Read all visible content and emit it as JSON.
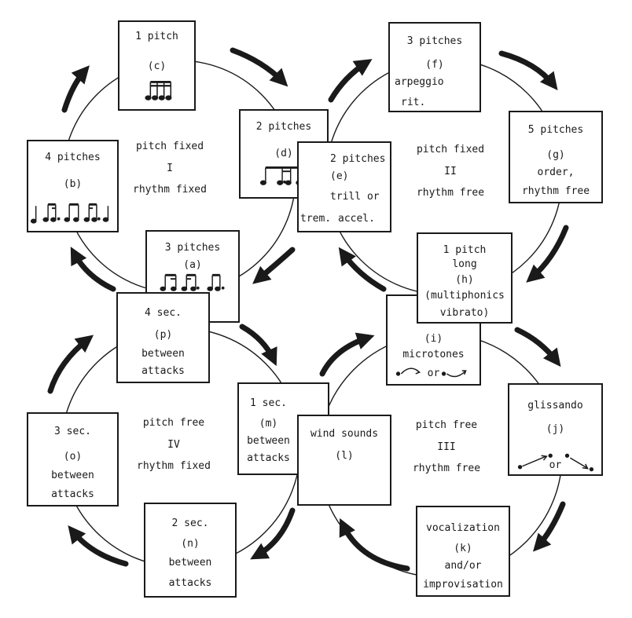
{
  "colors": {
    "ink": "#1a1a1a",
    "paper": "#ffffff"
  },
  "zones": {
    "I": [
      "pitch fixed",
      "I",
      "rhythm fixed"
    ],
    "II": [
      "pitch fixed",
      "II",
      "rhythm free"
    ],
    "III": [
      "pitch free",
      "III",
      "rhythm free"
    ],
    "IV": [
      "pitch free",
      "IV",
      "rhythm fixed"
    ]
  },
  "boxes": {
    "c": [
      "1 pitch",
      "(c)"
    ],
    "b": [
      "4 pitches",
      "(b)"
    ],
    "a": [
      "3 pitches",
      "(a)"
    ],
    "d": [
      "2 pitches",
      "(d)"
    ],
    "e": [
      "2 pitches",
      "(e)",
      "trill or",
      "trem.",
      "accel."
    ],
    "f": [
      "3 pitches",
      "(f)",
      "arpeggio",
      "rit."
    ],
    "g": [
      "5 pitches",
      "(g)",
      "order,",
      "rhythm free"
    ],
    "h": [
      "1 pitch",
      "long",
      "(h)",
      "(multiphonics",
      "vibrato)"
    ],
    "i": [
      "(i)",
      "microtones",
      "or"
    ],
    "j": [
      "glissando",
      "(j)",
      "or"
    ],
    "k": [
      "vocalization",
      "(k)",
      "and/or",
      "improvisation"
    ],
    "l": [
      "wind sounds",
      "(l)"
    ],
    "m": [
      "1 sec.",
      "(m)",
      "between",
      "attacks"
    ],
    "n": [
      "2 sec.",
      "(n)",
      "between",
      "attacks"
    ],
    "o": [
      "3 sec.",
      "(o)",
      "between",
      "attacks"
    ],
    "p": [
      "4 sec.",
      "(p)",
      "between",
      "attacks"
    ]
  },
  "icons": {
    "arrow": "curved-arrow-icon",
    "notes": "music-notes-icon",
    "microtone": "microtone-slur-icon",
    "glissando": "glissando-line-icon"
  }
}
